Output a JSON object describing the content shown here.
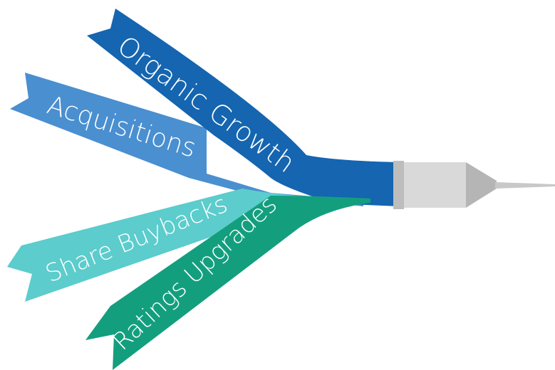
{
  "ribbons": [
    {
      "label": "Organic Growth",
      "color": "#1565b0"
    },
    {
      "label": "Acquisitions",
      "color": "#4a8fd0"
    },
    {
      "label": "Share Buybacks",
      "color": "#5ccccc"
    },
    {
      "label": "Ratings Upgrades",
      "color": "#139f7e"
    }
  ],
  "dart": {
    "body_color": "#d9d9d9",
    "band_color": "#bdbdbd",
    "tip_color": "#b5b5b5"
  }
}
